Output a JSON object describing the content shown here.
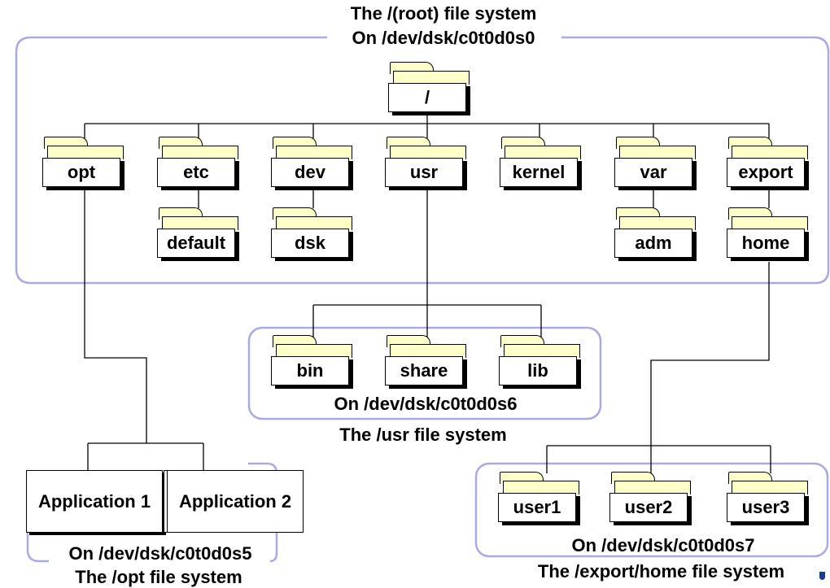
{
  "diagram": {
    "root_region": {
      "title": "The /(root) file system",
      "device": "On /dev/dsk/c0t0d0s0"
    },
    "usr_region": {
      "device": "On /dev/dsk/c0t0d0s6",
      "title": "The /usr file system"
    },
    "opt_region": {
      "device": "On /dev/dsk/c0t0d0s5",
      "title": "The /opt file system"
    },
    "home_region": {
      "device": "On /dev/dsk/c0t0d0s7",
      "title": "The /export/home file system"
    },
    "folders": {
      "root": "/",
      "opt": "opt",
      "etc": "etc",
      "dev": "dev",
      "usr": "usr",
      "kernel": "kernel",
      "var": "var",
      "export": "export",
      "default": "default",
      "dsk": "dsk",
      "adm": "adm",
      "home": "home",
      "bin": "bin",
      "share": "share",
      "lib": "lib",
      "user1": "user1",
      "user2": "user2",
      "user3": "user3"
    },
    "applications": [
      "Application 1",
      "Application 2"
    ],
    "colors": {
      "folder_fill": "#ffffc8",
      "region_border": "#a9a9e6",
      "line": "#000000"
    }
  }
}
